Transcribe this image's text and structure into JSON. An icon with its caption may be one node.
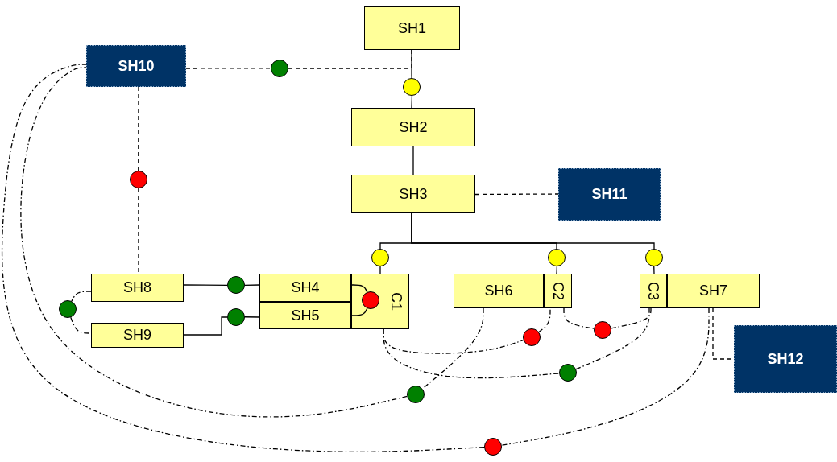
{
  "diagram": {
    "nodes": [
      {
        "text": [
          "SH1"
        ]
      },
      {
        "text": [
          "SH10"
        ]
      },
      {
        "text": [
          "SH2"
        ]
      },
      {
        "text": [
          "SH3"
        ]
      },
      {
        "text": [
          "SH11"
        ]
      },
      {
        "text": [
          "SH8"
        ]
      },
      {
        "text": [
          "SH9"
        ]
      },
      {
        "text": [
          "SH4"
        ]
      },
      {
        "text": [
          "SH5"
        ]
      },
      {
        "text": [
          "C1"
        ]
      },
      {
        "text": [
          "SH6"
        ]
      },
      {
        "text": [
          "C2"
        ]
      },
      {
        "text": [
          "C3"
        ]
      },
      {
        "text": [
          "SH7"
        ]
      },
      {
        "text": [
          "SH12"
        ]
      },
      {
        "text": [],
        "shape": "circle"
      },
      {
        "text": [],
        "shape": "circle"
      },
      {
        "text": [],
        "shape": "circle"
      },
      {
        "text": [],
        "shape": "circle"
      },
      {
        "text": [],
        "shape": "circle"
      },
      {
        "text": [],
        "shape": "circle"
      },
      {
        "text": [],
        "shape": "circle"
      },
      {
        "text": [],
        "shape": "circle",
        "in": 9
      },
      {
        "text": [],
        "shape": "circle"
      },
      {
        "text": [],
        "shape": "circle"
      },
      {
        "text": [],
        "shape": "circle"
      },
      {
        "text": [],
        "shape": "circle"
      },
      {
        "text": [],
        "shape": "circle"
      },
      {
        "text": [],
        "shape": "circle"
      },
      {
        "text": [],
        "shape": "circle"
      }
    ],
    "edges": [
      {
        "from": 1,
        "to": 15,
        "arrow": "none",
        "style": "dashed"
      },
      {
        "from": 15,
        "to": 0,
        "arrow": "none",
        "style": "dashed"
      },
      {
        "from": 0,
        "to": 16,
        "arrow": "none"
      },
      {
        "from": 16,
        "to": 2,
        "arrow": "none"
      },
      {
        "from": 2,
        "to": 3,
        "arrow": "none"
      },
      {
        "from": 3,
        "to": 4,
        "arrow": "none",
        "style": "dashed"
      },
      {
        "from": 3,
        "to": 18,
        "arrow": "none"
      },
      {
        "from": 3,
        "to": 19,
        "arrow": "none"
      },
      {
        "from": 3,
        "to": 20,
        "arrow": "none"
      },
      {
        "from": 18,
        "to": 9,
        "arrow": "none"
      },
      {
        "from": 19,
        "to": 11,
        "arrow": "none"
      },
      {
        "from": 20,
        "to": 12,
        "arrow": "none"
      },
      {
        "from": 1,
        "to": 17,
        "arrow": "none",
        "style": "dashed"
      },
      {
        "from": 17,
        "to": 5,
        "arrow": "none",
        "style": "dashed"
      },
      {
        "from": 5,
        "to": 21,
        "arrow": "none"
      },
      {
        "from": 21,
        "to": 7,
        "arrow": "none"
      },
      {
        "from": 6,
        "to": 24,
        "arrow": "none"
      },
      {
        "from": 24,
        "to": 8,
        "arrow": "none"
      },
      {
        "from": 7,
        "to": 22,
        "arrow": "none"
      },
      {
        "from": 8,
        "to": 22,
        "arrow": "none"
      },
      {
        "from": 5,
        "to": 23,
        "arrow": "none",
        "style": "dashed"
      },
      {
        "from": 23,
        "to": 6,
        "arrow": "none",
        "style": "dashed"
      },
      {
        "from": 9,
        "to": 26,
        "arrow": "none",
        "style": "dashed"
      },
      {
        "from": 26,
        "to": 11,
        "arrow": "none",
        "style": "dashed"
      },
      {
        "from": 9,
        "to": 27,
        "arrow": "none",
        "style": "dashed"
      },
      {
        "from": 27,
        "to": 12,
        "arrow": "none",
        "style": "dashed"
      },
      {
        "from": 11,
        "to": 25,
        "arrow": "none",
        "style": "dashed"
      },
      {
        "from": 25,
        "to": 12,
        "arrow": "none",
        "style": "dashed"
      },
      {
        "from": 10,
        "to": 28,
        "arrow": "none",
        "style": "dashed"
      },
      {
        "from": 28,
        "to": 1,
        "arrow": "none",
        "style": "dashed"
      },
      {
        "from": 13,
        "to": 29,
        "arrow": "none",
        "style": "dashed"
      },
      {
        "from": 29,
        "to": 1,
        "arrow": "none",
        "style": "dashed"
      },
      {
        "from": 13,
        "to": 14,
        "arrow": "none",
        "style": "dashed"
      }
    ]
  }
}
